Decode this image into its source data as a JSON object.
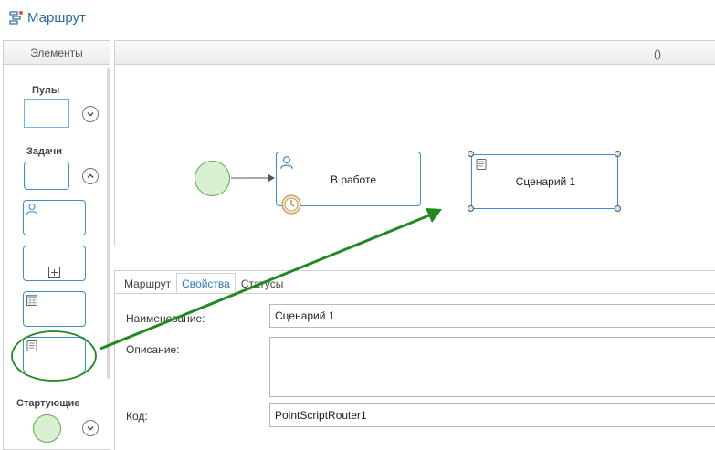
{
  "window": {
    "title": "Маршрут",
    "title_icon": "route-icon"
  },
  "palette": {
    "header": "Элементы",
    "sections": {
      "pools": "Пулы",
      "tasks": "Задачи",
      "start": "Стартующие"
    },
    "icons": {
      "user": "user-icon",
      "subprocess": "plus-square-icon",
      "table": "table-icon",
      "script": "script-icon"
    }
  },
  "canvas": {
    "header": "()",
    "tasks": [
      {
        "label": "В работе",
        "icon": "user-icon",
        "badge": "timer-icon"
      },
      {
        "label": "Сценарий 1",
        "icon": "script-icon",
        "selected": true
      }
    ]
  },
  "properties": {
    "tabs": [
      "Маршрут",
      "Свойства",
      "Статусы"
    ],
    "active_tab": "Свойства",
    "fields": {
      "name_label": "Наименование:",
      "name_value": "Сценарий 1",
      "description_label": "Описание:",
      "description_value": "",
      "code_label": "Код:",
      "code_value": "PointScriptRouter1"
    }
  },
  "colors": {
    "accent": "#2a7ac4",
    "shape_border": "#3b8fd0",
    "start_fill": "#d9efd2",
    "start_border": "#5da94c",
    "annotation_arrow": "#1f8a1f"
  }
}
